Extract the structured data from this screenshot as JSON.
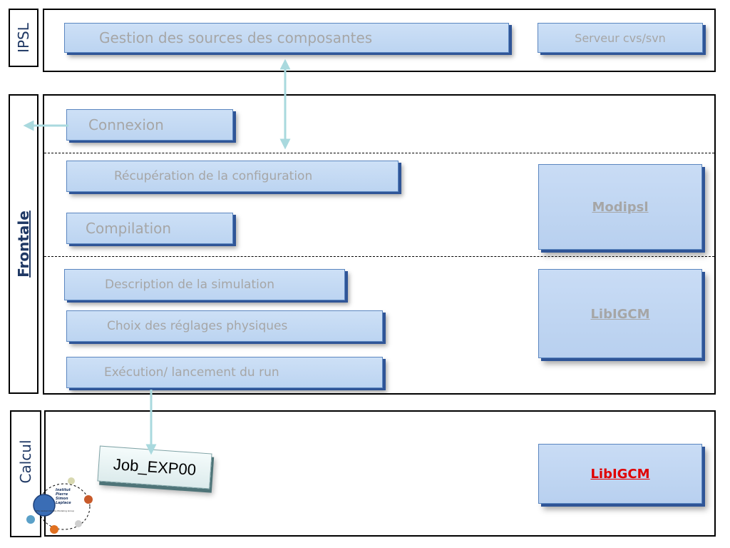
{
  "sections": {
    "ipsl": "IPSL",
    "frontale": "Frontale",
    "calcul": "Calcul"
  },
  "ipsl_row": {
    "sources": "Gestion des sources des composantes",
    "server": "Serveur cvs/svn"
  },
  "frontale_row": {
    "connexion": "Connexion",
    "recuperation": "Récupération de la configuration",
    "compilation": "Compilation",
    "description": "Description de la simulation",
    "choix": "Choix des réglages physiques",
    "execution": "Exécution/ lancement du run",
    "modipsl": "Modipsl",
    "libigcm": "LibIGCM"
  },
  "calcul_row": {
    "job": "Job_EXP00",
    "libigcm": "LibIGCM"
  },
  "colors": {
    "box_fill": "#c5daf4",
    "box_edge": "#2f5597",
    "arrow": "#a9d9de",
    "label_text": "#a6a6a6",
    "accent_red": "#e00000"
  },
  "logo": {
    "lines": [
      "Institut",
      "Pierre",
      "Simon",
      "Laplace"
    ],
    "subtitle": "IPSL Global Climate Modeling Group"
  }
}
